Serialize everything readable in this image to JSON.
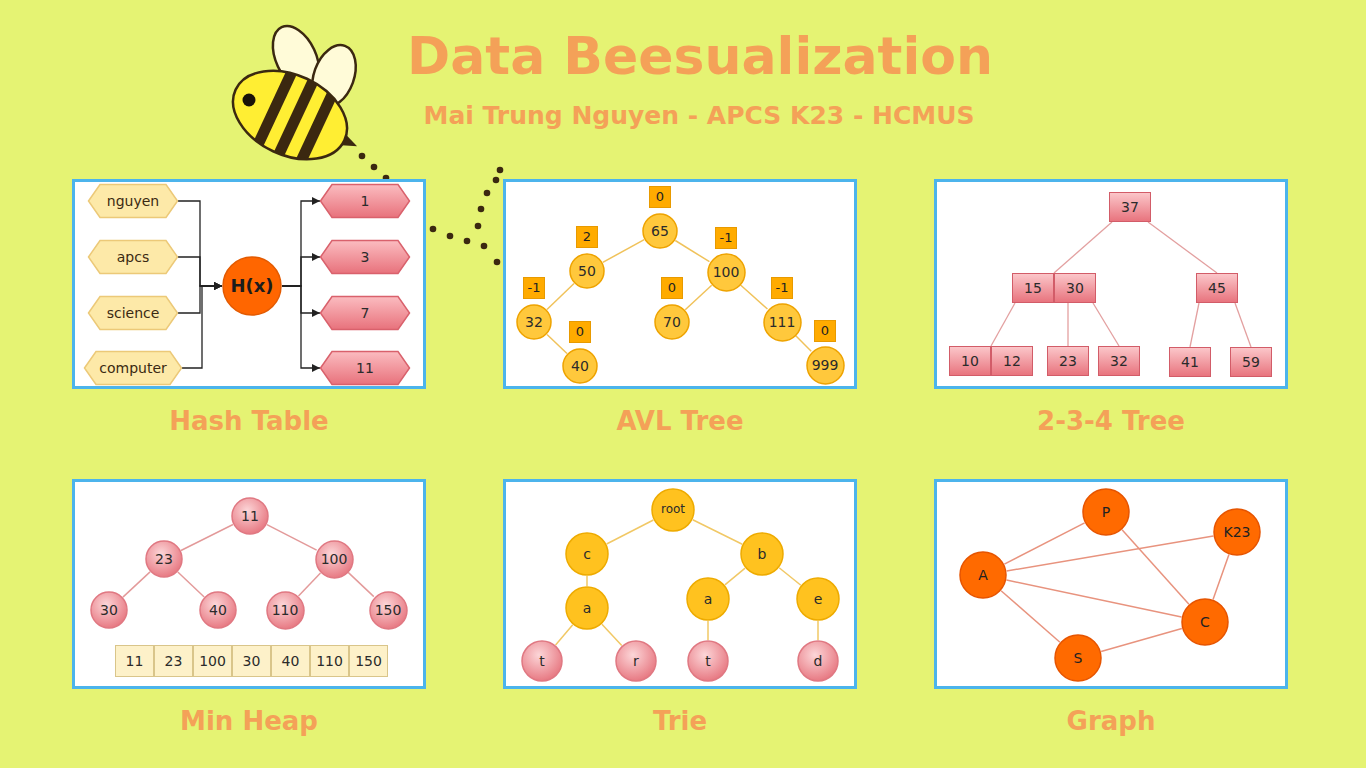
{
  "diagram": {
    "title": "Data Beesualization",
    "nodes": [
      {
        "text": [
          "Hash Table"
        ]
      },
      {
        "text": [
          "nguyen"
        ],
        "in": 0
      },
      {
        "text": [
          "apcs"
        ],
        "in": 0
      },
      {
        "text": [
          "science"
        ],
        "in": 0
      },
      {
        "text": [
          "computer"
        ],
        "in": 0
      },
      {
        "text": [
          "H(x)"
        ],
        "in": 0
      },
      {
        "text": [
          "1"
        ],
        "in": 0
      },
      {
        "text": [
          "3"
        ],
        "in": 0
      },
      {
        "text": [
          "7"
        ],
        "in": 0
      },
      {
        "text": [
          "11"
        ],
        "in": 0
      },
      {
        "text": [
          "AVL Tree"
        ]
      },
      {
        "text": [
          "65",
          "0"
        ],
        "in": 10
      },
      {
        "text": [
          "50",
          "2"
        ],
        "in": 10
      },
      {
        "text": [
          "100",
          "-1"
        ],
        "in": 10
      },
      {
        "text": [
          "32",
          "-1"
        ],
        "in": 10
      },
      {
        "text": [
          "70",
          "0"
        ],
        "in": 10
      },
      {
        "text": [
          "111",
          "-1"
        ],
        "in": 10
      },
      {
        "text": [
          "40",
          "0"
        ],
        "in": 10
      },
      {
        "text": [
          "999",
          "0"
        ],
        "in": 10
      },
      {
        "text": [
          "2-3-4 Tree"
        ]
      },
      {
        "text": [
          "37"
        ],
        "in": 19
      },
      {
        "text": [
          "15",
          "30"
        ],
        "in": 19
      },
      {
        "text": [
          "45"
        ],
        "in": 19
      },
      {
        "text": [
          "10",
          "12"
        ],
        "in": 19
      },
      {
        "text": [
          "23"
        ],
        "in": 19
      },
      {
        "text": [
          "32"
        ],
        "in": 19
      },
      {
        "text": [
          "41"
        ],
        "in": 19
      },
      {
        "text": [
          "59"
        ],
        "in": 19
      },
      {
        "text": [
          "Min Heap"
        ]
      },
      {
        "text": [
          "11"
        ],
        "in": 28
      },
      {
        "text": [
          "23"
        ],
        "in": 28
      },
      {
        "text": [
          "100"
        ],
        "in": 28
      },
      {
        "text": [
          "30"
        ],
        "in": 28
      },
      {
        "text": [
          "40"
        ],
        "in": 28
      },
      {
        "text": [
          "110"
        ],
        "in": 28
      },
      {
        "text": [
          "150"
        ],
        "in": 28
      },
      {
        "text": [
          "Trie"
        ]
      },
      {
        "text": [
          "root"
        ],
        "in": 36
      },
      {
        "text": [
          "c"
        ],
        "in": 36
      },
      {
        "text": [
          "b"
        ],
        "in": 36
      },
      {
        "text": [
          "a"
        ],
        "in": 36
      },
      {
        "text": [
          "a"
        ],
        "in": 36
      },
      {
        "text": [
          "e"
        ],
        "in": 36
      },
      {
        "text": [
          "t"
        ],
        "in": 36
      },
      {
        "text": [
          "r"
        ],
        "in": 36
      },
      {
        "text": [
          "t"
        ],
        "in": 36
      },
      {
        "text": [
          "d"
        ],
        "in": 36
      },
      {
        "text": [
          "Graph"
        ]
      },
      {
        "text": [
          "P"
        ],
        "in": 47
      },
      {
        "text": [
          "K23"
        ],
        "in": 47
      },
      {
        "text": [
          "A"
        ],
        "in": 47
      },
      {
        "text": [
          "C"
        ],
        "in": 47
      },
      {
        "text": [
          "S"
        ],
        "in": 47
      }
    ],
    "edges": [
      {
        "from": 1,
        "to": 5,
        "arrow": "to"
      },
      {
        "from": 2,
        "to": 5,
        "arrow": "to"
      },
      {
        "from": 3,
        "to": 5,
        "arrow": "to"
      },
      {
        "from": 4,
        "to": 5,
        "arrow": "to"
      },
      {
        "from": 5,
        "to": 6,
        "arrow": "to"
      },
      {
        "from": 5,
        "to": 7,
        "arrow": "to"
      },
      {
        "from": 5,
        "to": 8,
        "arrow": "to"
      },
      {
        "from": 5,
        "to": 9,
        "arrow": "to"
      },
      {
        "from": 11,
        "to": 12,
        "arrow": "none"
      },
      {
        "from": 11,
        "to": 13,
        "arrow": "none"
      },
      {
        "from": 12,
        "to": 14,
        "arrow": "none"
      },
      {
        "from": 14,
        "to": 17,
        "arrow": "none"
      },
      {
        "from": 13,
        "to": 15,
        "arrow": "none"
      },
      {
        "from": 13,
        "to": 16,
        "arrow": "none"
      },
      {
        "from": 16,
        "to": 18,
        "arrow": "none"
      },
      {
        "from": 20,
        "to": 21,
        "arrow": "none"
      },
      {
        "from": 20,
        "to": 22,
        "arrow": "none"
      },
      {
        "from": 21,
        "to": 23,
        "arrow": "none"
      },
      {
        "from": 21,
        "to": 24,
        "arrow": "none"
      },
      {
        "from": 21,
        "to": 25,
        "arrow": "none"
      },
      {
        "from": 22,
        "to": 26,
        "arrow": "none"
      },
      {
        "from": 22,
        "to": 27,
        "arrow": "none"
      },
      {
        "from": 29,
        "to": 30,
        "arrow": "none"
      },
      {
        "from": 29,
        "to": 31,
        "arrow": "none"
      },
      {
        "from": 30,
        "to": 32,
        "arrow": "none"
      },
      {
        "from": 30,
        "to": 33,
        "arrow": "none"
      },
      {
        "from": 31,
        "to": 34,
        "arrow": "none"
      },
      {
        "from": 31,
        "to": 35,
        "arrow": "none"
      },
      {
        "from": 37,
        "to": 38,
        "arrow": "none"
      },
      {
        "from": 37,
        "to": 39,
        "arrow": "none"
      },
      {
        "from": 38,
        "to": 40,
        "arrow": "none"
      },
      {
        "from": 39,
        "to": 41,
        "arrow": "none"
      },
      {
        "from": 39,
        "to": 42,
        "arrow": "none"
      },
      {
        "from": 40,
        "to": 43,
        "arrow": "none"
      },
      {
        "from": 40,
        "to": 44,
        "arrow": "none"
      },
      {
        "from": 41,
        "to": 45,
        "arrow": "none"
      },
      {
        "from": 42,
        "to": 46,
        "arrow": "none"
      },
      {
        "from": 50,
        "to": 48,
        "arrow": "none"
      },
      {
        "from": 48,
        "to": 51,
        "arrow": "none"
      },
      {
        "from": 50,
        "to": 49,
        "arrow": "none"
      },
      {
        "from": 50,
        "to": 51,
        "arrow": "none"
      },
      {
        "from": 49,
        "to": 51,
        "arrow": "none"
      },
      {
        "from": 50,
        "to": 52,
        "arrow": "none"
      },
      {
        "from": 52,
        "to": 51,
        "arrow": "none"
      }
    ],
    "labels": [
      "Mai Trung Nguyen - APCS K23 - HCMUS",
      "11",
      "23",
      "100",
      "30",
      "40",
      "110",
      "150"
    ]
  }
}
